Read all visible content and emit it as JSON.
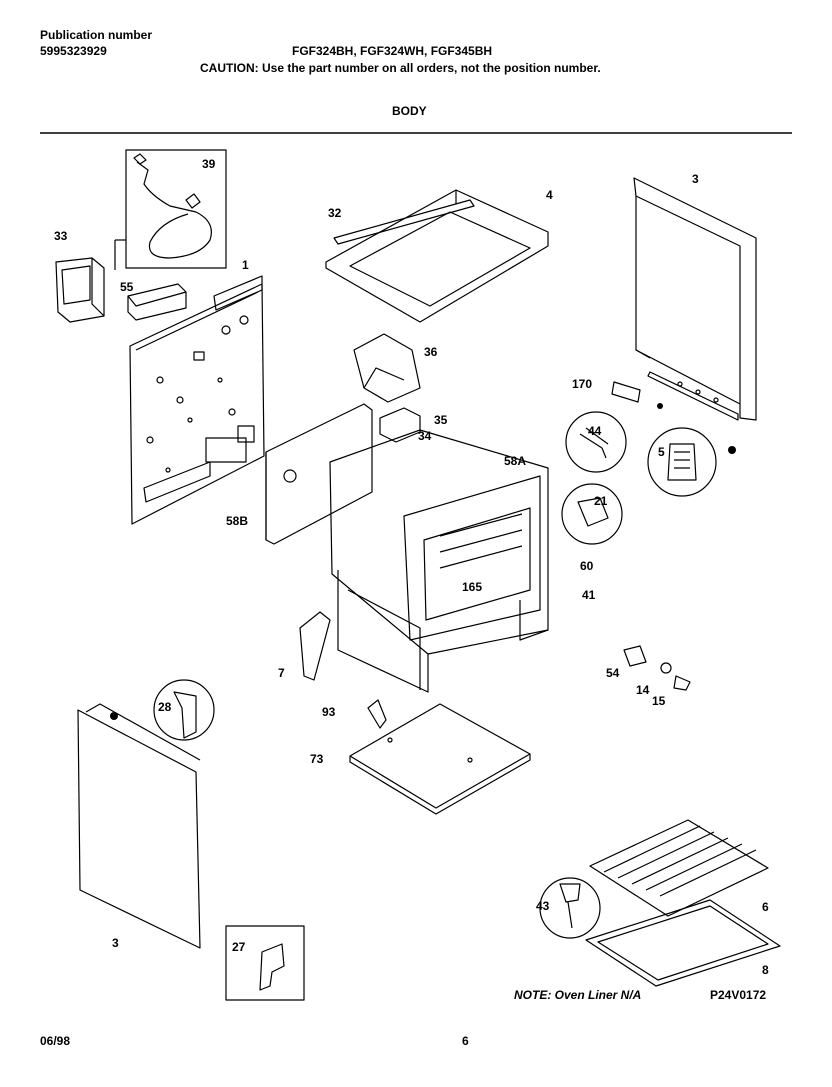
{
  "header": {
    "publication_label": "Publication number",
    "publication_number": "5995323929",
    "models": "FGF324BH, FGF324WH, FGF345BH",
    "caution": "CAUTION:  Use the part number on all orders, not the position number.",
    "section_title": "BODY"
  },
  "part_labels": [
    "39",
    "33",
    "55",
    "1",
    "32",
    "4",
    "3",
    "36",
    "170",
    "35",
    "34",
    "58A",
    "44",
    "5",
    "21",
    "58B",
    "60",
    "165",
    "41",
    "7",
    "54",
    "14",
    "15",
    "93",
    "28",
    "73",
    "6",
    "43",
    "8",
    "3",
    "27"
  ],
  "note": "NOTE: Oven Liner N/A",
  "figure_code": "P24V0172",
  "footer": {
    "date": "06/98",
    "page": "6"
  }
}
